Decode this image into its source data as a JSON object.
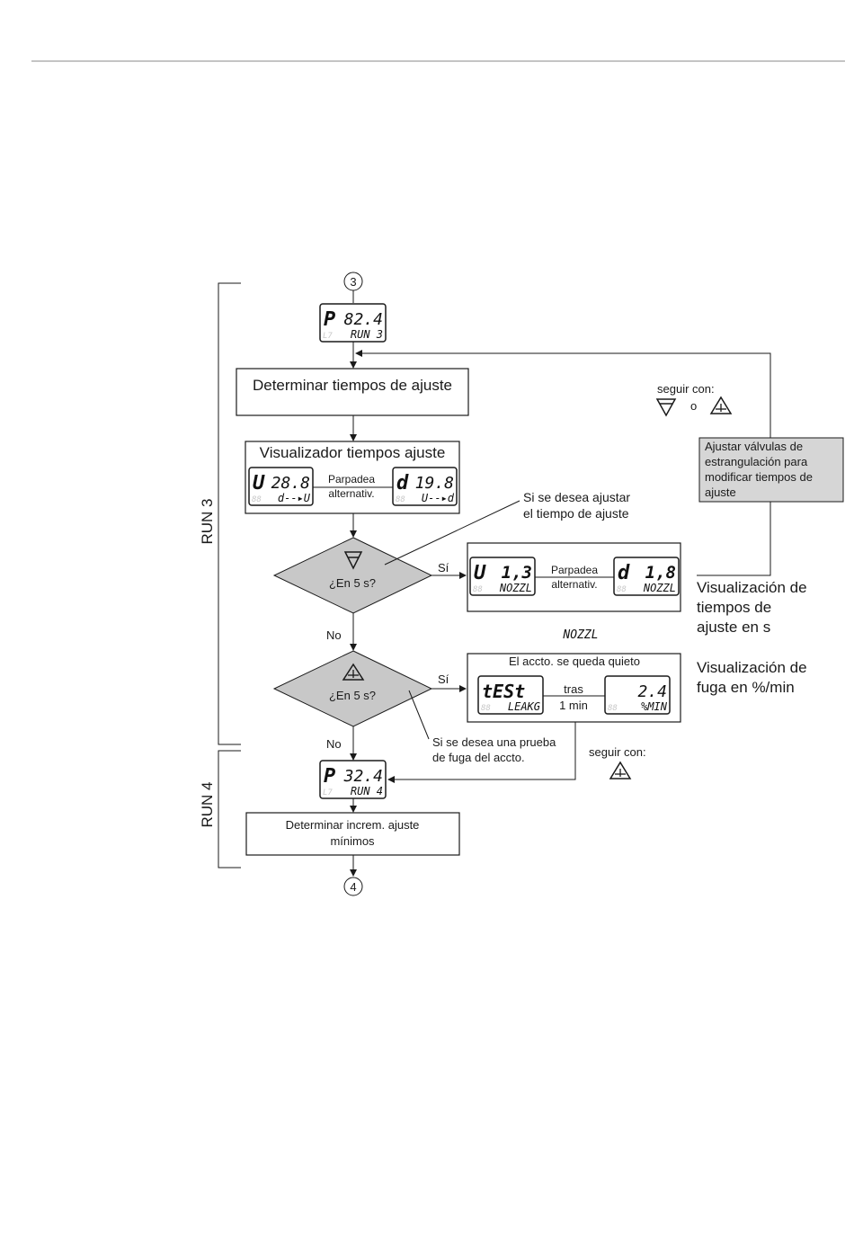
{
  "connectors": {
    "top": "3",
    "bottom": "4"
  },
  "phases": {
    "run3": "RUN 3",
    "run4": "RUN 4"
  },
  "display_run3": {
    "main": "P",
    "value": "82.4",
    "sub_dim": "L7",
    "sub": "RUN 3"
  },
  "box_determinar": "Determinar tiempos de ajuste",
  "box_visualizador": {
    "title": "Visualizador tiempos ajuste",
    "lcd_left": {
      "main": "U",
      "value": "28.8",
      "sub_dim": "88",
      "sub": "d--▸U"
    },
    "lcd_right": {
      "main": "d",
      "value": "19.8",
      "sub_dim": "88",
      "sub": "U--▸d"
    },
    "blink_line1": "Parpadea",
    "blink_line2": "alternativ."
  },
  "decision1": {
    "question": "¿En 5 s?",
    "yes": "Sí",
    "no": "No"
  },
  "note_ajustar": {
    "line1": "Si se desea ajustar",
    "line2": "el tiempo de ajuste"
  },
  "box_nozzl": {
    "lcd_left": {
      "main": "U",
      "value": "1,3",
      "sub_dim": "88",
      "sub": "NOZZL"
    },
    "lcd_right": {
      "main": "d",
      "value": "1,8",
      "sub_dim": "88",
      "sub": "NOZZL"
    },
    "blink_line1": "Parpadea",
    "blink_line2": "alternativ."
  },
  "nozzl_label": "NOZZL",
  "vis_tiempos": {
    "line1": "Visualización de",
    "line2": "tiempos de",
    "line3": "ajuste en s"
  },
  "seguir_top": {
    "label": "seguir con:",
    "or": "o"
  },
  "box_valvulas": {
    "line1": "Ajustar válvulas de",
    "line2": "estrangulación para",
    "line3": "modificar tiempos de",
    "line4": "ajuste"
  },
  "decision2": {
    "question": "¿En 5 s?",
    "yes": "Sí",
    "no": "No"
  },
  "box_leak": {
    "title": "El accto. se queda quieto",
    "lcd_left": {
      "main": "tESt",
      "sub_dim": "88",
      "sub": "LEAKG"
    },
    "lcd_right": {
      "value": "2.4",
      "sub_dim": "88",
      "sub": "%MIN"
    },
    "after_line1": "tras",
    "after_line2": "1 min"
  },
  "vis_fuga": {
    "line1": "Visualización de",
    "line2": "fuga en %/min"
  },
  "note_prueba": {
    "line1": "Si se desea una prueba",
    "line2": "de fuga del accto."
  },
  "seguir_bottom": {
    "label": "seguir con:"
  },
  "display_run4": {
    "main": "P",
    "value": "32.4",
    "sub_dim": "L7",
    "sub": "RUN 4"
  },
  "box_increm": {
    "line1": "Determinar increm. ajuste",
    "line2": "mínimos"
  },
  "colors": {
    "line": "#1a1a1a",
    "diamond_fill": "#c8c8c8",
    "note_fill": "#d6d6d6",
    "rule": "#888888"
  }
}
